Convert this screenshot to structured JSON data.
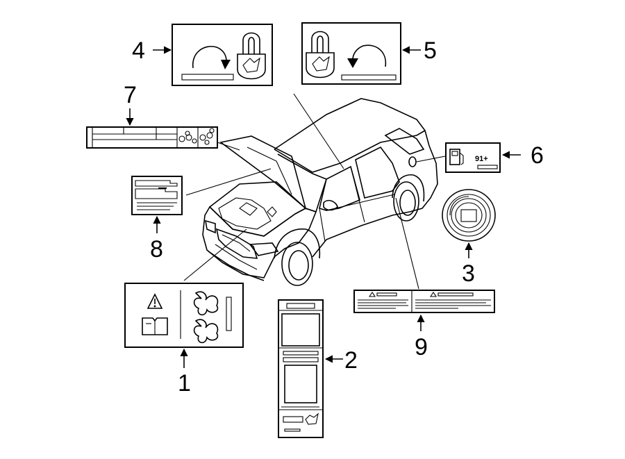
{
  "callouts": {
    "c1": "1",
    "c2": "2",
    "c3": "3",
    "c4": "4",
    "c5": "5",
    "c6": "6",
    "c7": "7",
    "c8": "8",
    "c9": "9"
  },
  "label6_octane": "91+",
  "colors": {
    "line": "#000000",
    "background": "#ffffff"
  }
}
